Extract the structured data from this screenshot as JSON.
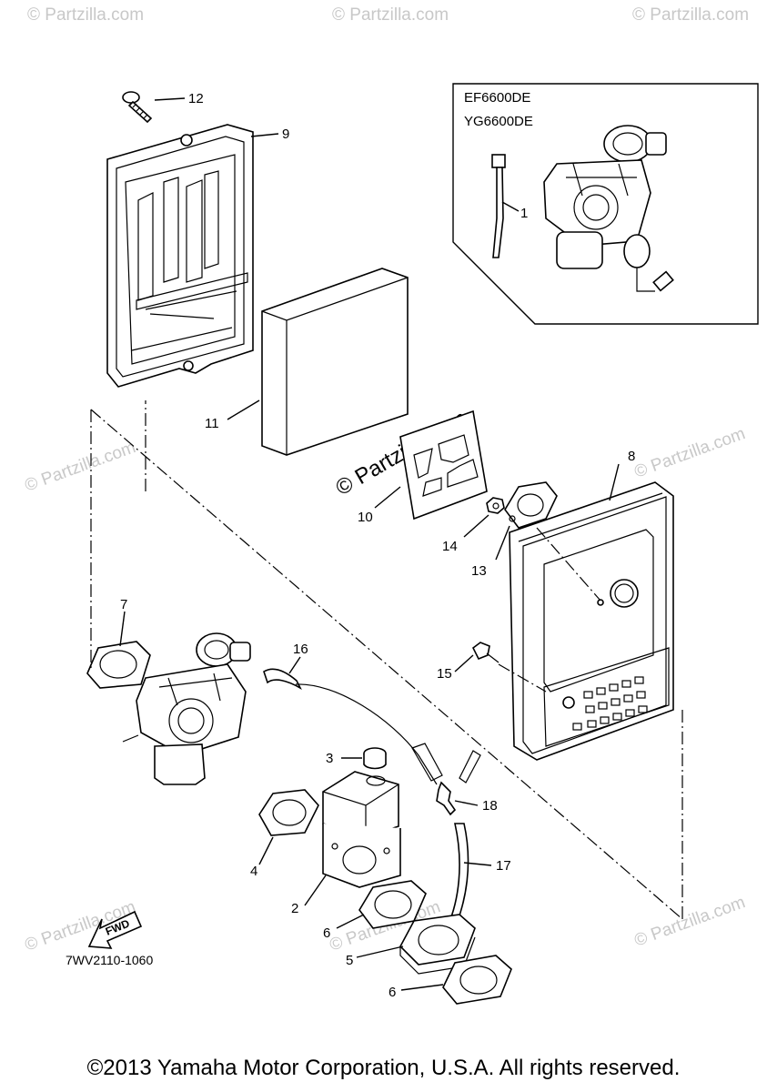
{
  "inset": {
    "models": [
      "EF6600DE",
      "YG6600DE"
    ]
  },
  "callouts": {
    "p1": "1",
    "p2": "2",
    "p3": "3",
    "p4": "4",
    "p5": "5",
    "p6a": "6",
    "p6b": "6",
    "p7": "7",
    "p8": "8",
    "p9": "9",
    "p10": "10",
    "p11": "11",
    "p12": "12",
    "p13": "13",
    "p14": "14",
    "p15": "15",
    "p16": "16",
    "p17": "17",
    "p18": "18"
  },
  "fwd_label": "FWD",
  "diagram_code": "7WV2110-1060",
  "watermark": {
    "text": "© Partzilla.com"
  },
  "copyright": "©2013 Yamaha Motor Corporation, U.S.A. All rights reserved."
}
